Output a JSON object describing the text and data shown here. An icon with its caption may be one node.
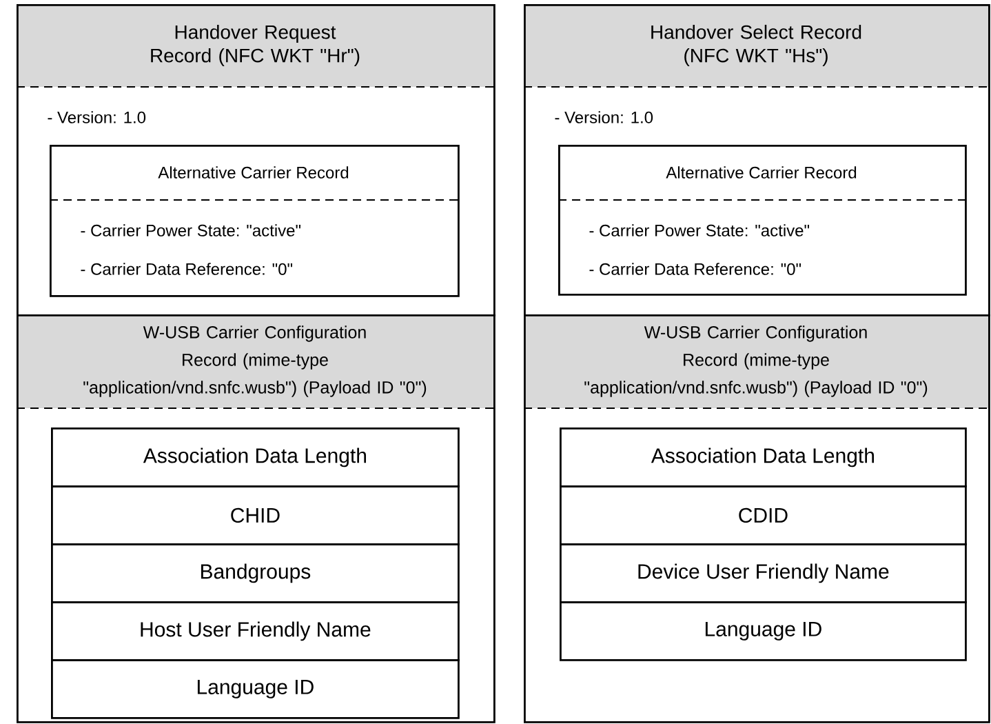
{
  "diagram": {
    "nodes": [
      {
        "text": [
          "Handover Request Record (NFC WKT \"Hr\")",
          "- Version: 1.0"
        ]
      },
      {
        "text": [
          "Alternative Carrier Record",
          "- Carrier Power State: \"active\"",
          "- Carrier Data Reference: \"0\""
        ],
        "in": 0
      },
      {
        "text": [
          "W-USB Carrier Configuration Record (mime-type \"application/vnd.snfc.wusb\") (Payload ID \"0\")"
        ]
      },
      {
        "text": [
          "Association Data Length"
        ],
        "in": 2
      },
      {
        "text": [
          "CHID"
        ],
        "in": 2
      },
      {
        "text": [
          "Bandgroups"
        ],
        "in": 2
      },
      {
        "text": [
          "Host User Friendly Name"
        ],
        "in": 2
      },
      {
        "text": [
          "Language ID"
        ],
        "in": 2
      },
      {
        "text": [
          "Handover Select Record (NFC WKT \"Hs\")",
          "- Version: 1.0"
        ]
      },
      {
        "text": [
          "Alternative Carrier Record",
          "- Carrier Power State: \"active\"",
          "- Carrier Data Reference: \"0\""
        ],
        "in": 8
      },
      {
        "text": [
          "W-USB Carrier Configuration Record (mime-type \"application/vnd.snfc.wusb\") (Payload ID \"0\")"
        ]
      },
      {
        "text": [
          "Association Data Length"
        ],
        "in": 10
      },
      {
        "text": [
          "CDID"
        ],
        "in": 10
      },
      {
        "text": [
          "Device User Friendly Name"
        ],
        "in": 10
      },
      {
        "text": [
          "Language ID"
        ],
        "in": 10
      }
    ]
  }
}
